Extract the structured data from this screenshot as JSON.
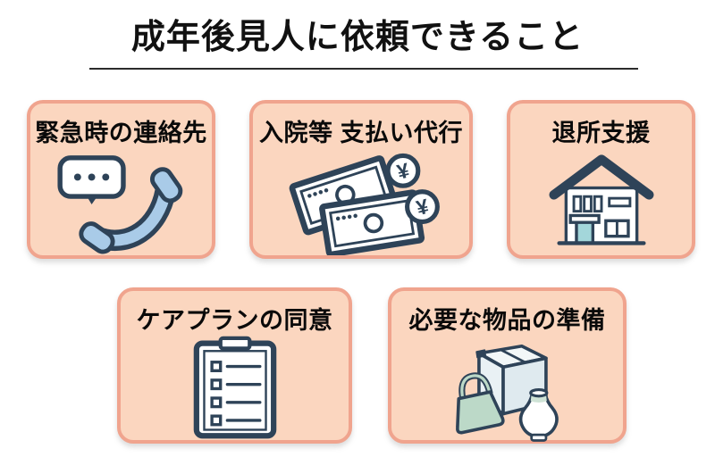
{
  "title": {
    "text": "成年後見人に依頼できること"
  },
  "cards": [
    {
      "id": "emergency-contact",
      "label": "緊急時の連絡先",
      "icon": "phone-speech-bubble-icon"
    },
    {
      "id": "payment-proxy",
      "label": "入院等 支払い代行",
      "icon": "money-banknotes-coins-icon",
      "yen_symbol": "¥"
    },
    {
      "id": "discharge-support",
      "label": "退所支援",
      "icon": "house-icon"
    },
    {
      "id": "care-plan-consent",
      "label": "ケアプランの同意",
      "icon": "clipboard-checklist-icon"
    },
    {
      "id": "items-preparation",
      "label": "必要な物品の準備",
      "icon": "box-bag-vase-icon"
    }
  ],
  "colors": {
    "card_fill": "#fbd6bf",
    "card_border": "#f0a48e",
    "outline_navy": "#2e4358",
    "phone_blue": "#a9cbe8",
    "door_teal": "#a3d6da",
    "bag_green": "#bcd9c8",
    "box_gray": "#e9f1f4",
    "title_color": "#111111",
    "background": "#ffffff"
  }
}
